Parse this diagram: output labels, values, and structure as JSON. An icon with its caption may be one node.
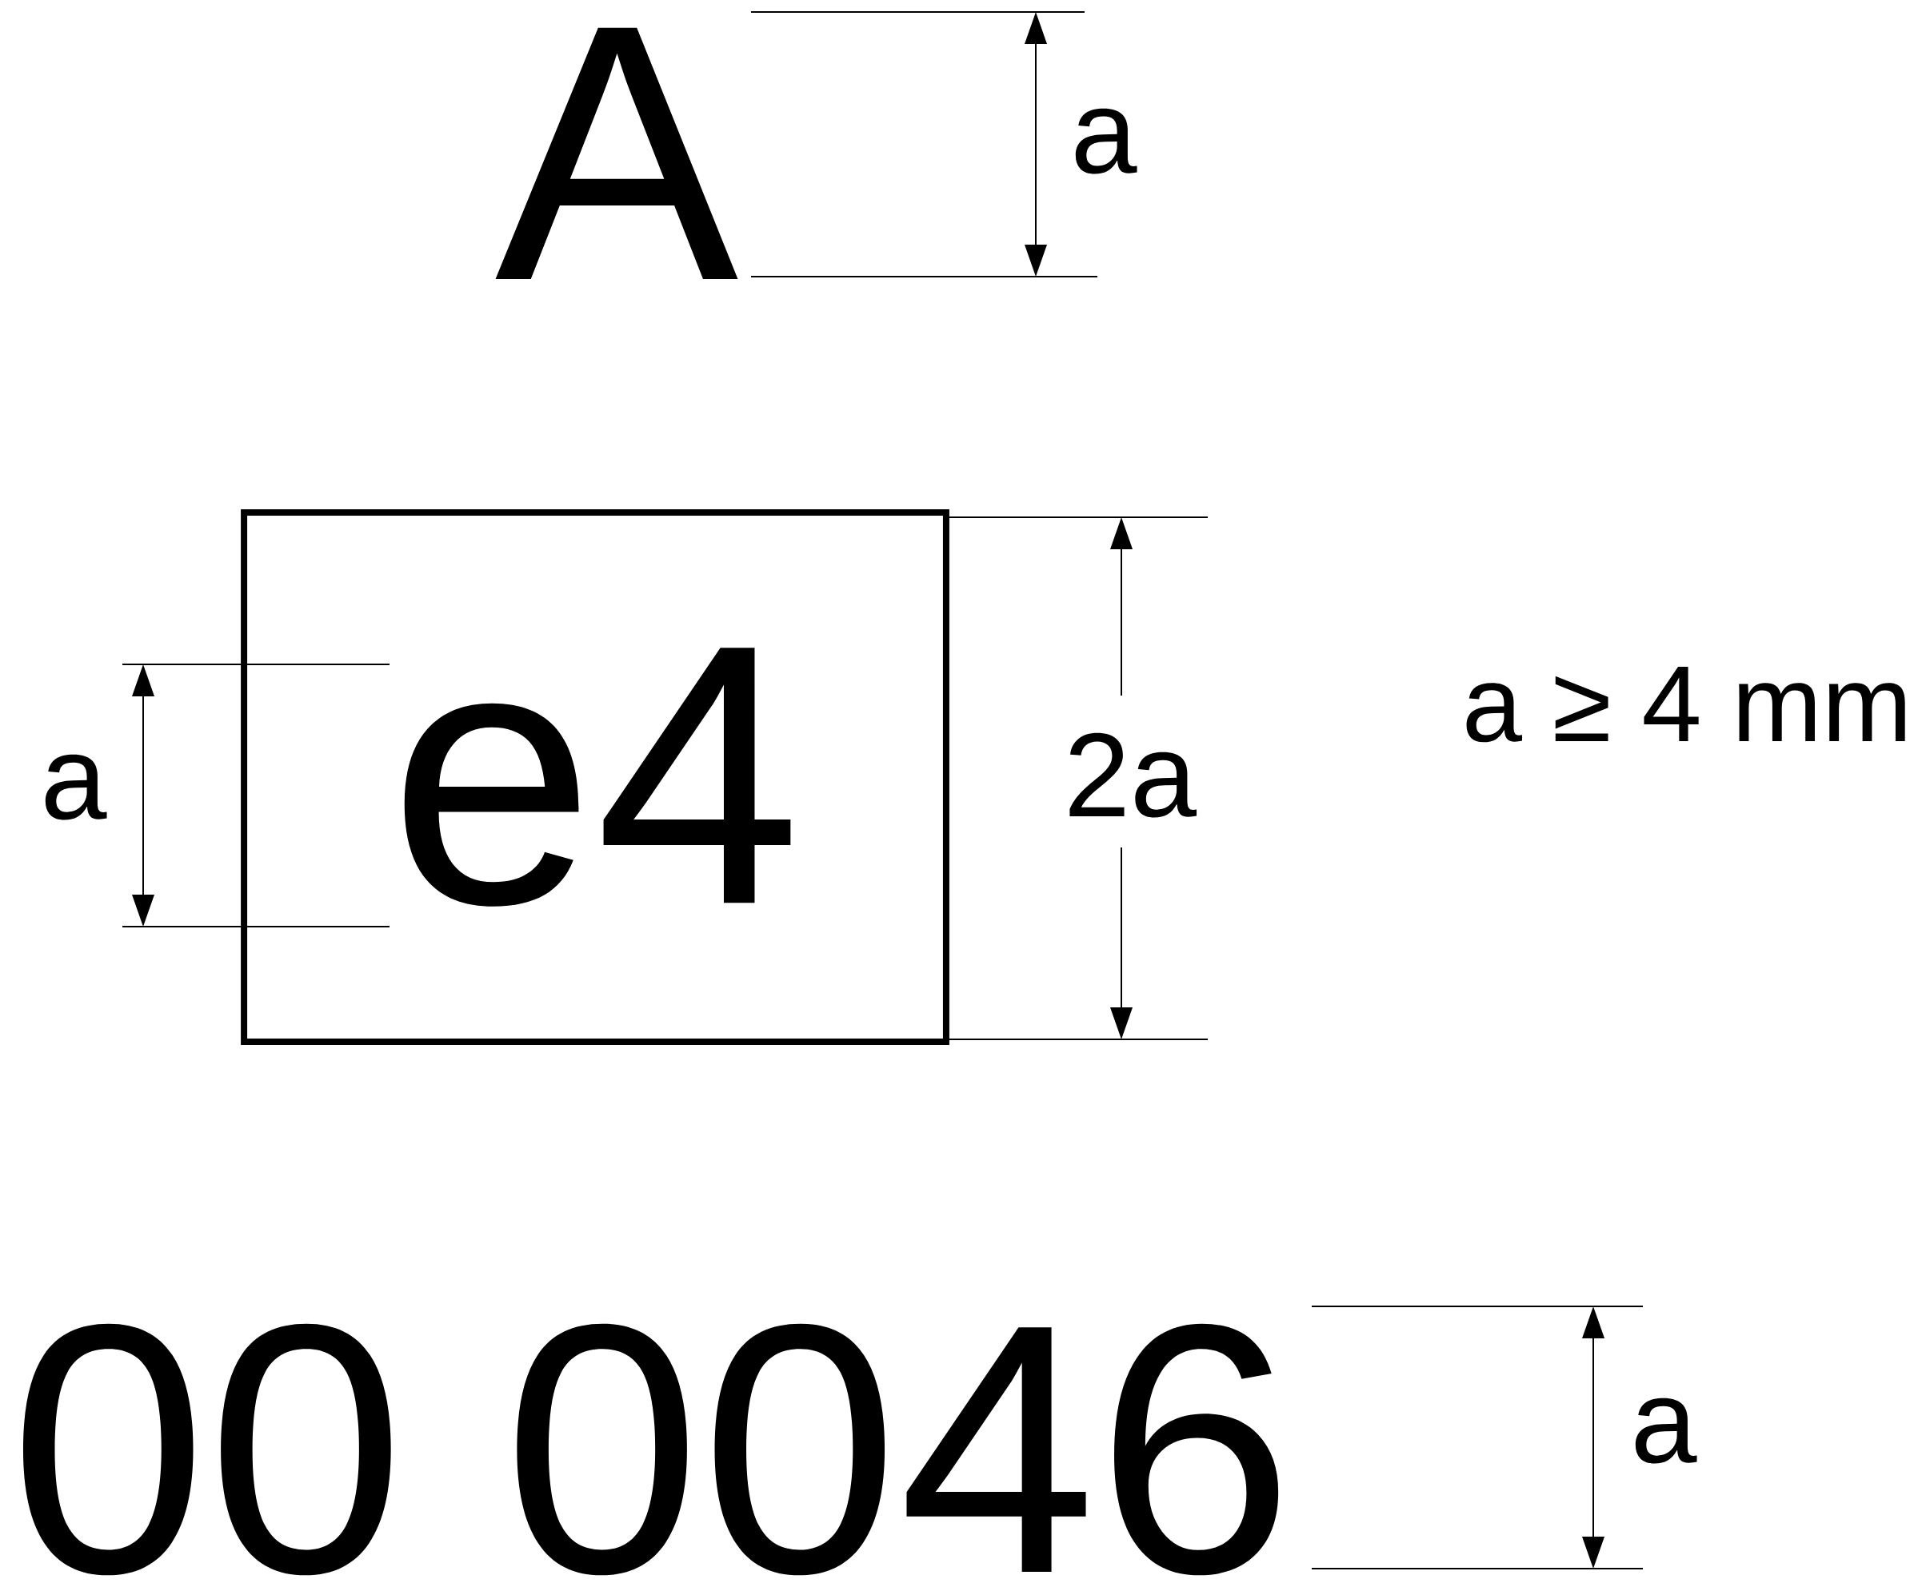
{
  "diagram": {
    "nodes": [
      {
        "text": [
          "e4"
        ]
      }
    ],
    "edges": [],
    "labels": [
      "A",
      "a",
      "a",
      "2a",
      "a ≥ 4 mm",
      "00 0046",
      "a"
    ]
  }
}
